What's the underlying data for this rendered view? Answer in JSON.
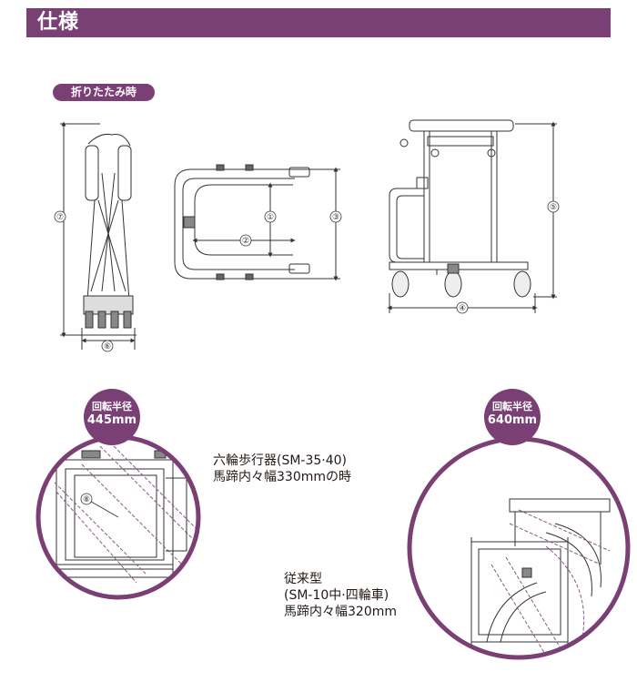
{
  "section": {
    "title": "仕様"
  },
  "folded_label": "折りたたみ時",
  "dimension_labels": [
    "①",
    "②",
    "③",
    "④",
    "⑤",
    "⑥",
    "⑦",
    "⑧"
  ],
  "turning": {
    "left": {
      "badge_line1": "回転半径",
      "badge_line2": "445mm",
      "note": [
        "六輪歩行器(SM-35·40)",
        "馬蹄内々幅330mmの時"
      ]
    },
    "right": {
      "badge_line1": "回転半径",
      "badge_line2": "640mm",
      "note": [
        "従来型",
        "(SM-10中·四輪車)",
        "馬蹄内々幅320mm"
      ]
    }
  },
  "colors": {
    "accent": "#7a3f74",
    "line": "#333333",
    "dashed": "#8a5a86"
  }
}
